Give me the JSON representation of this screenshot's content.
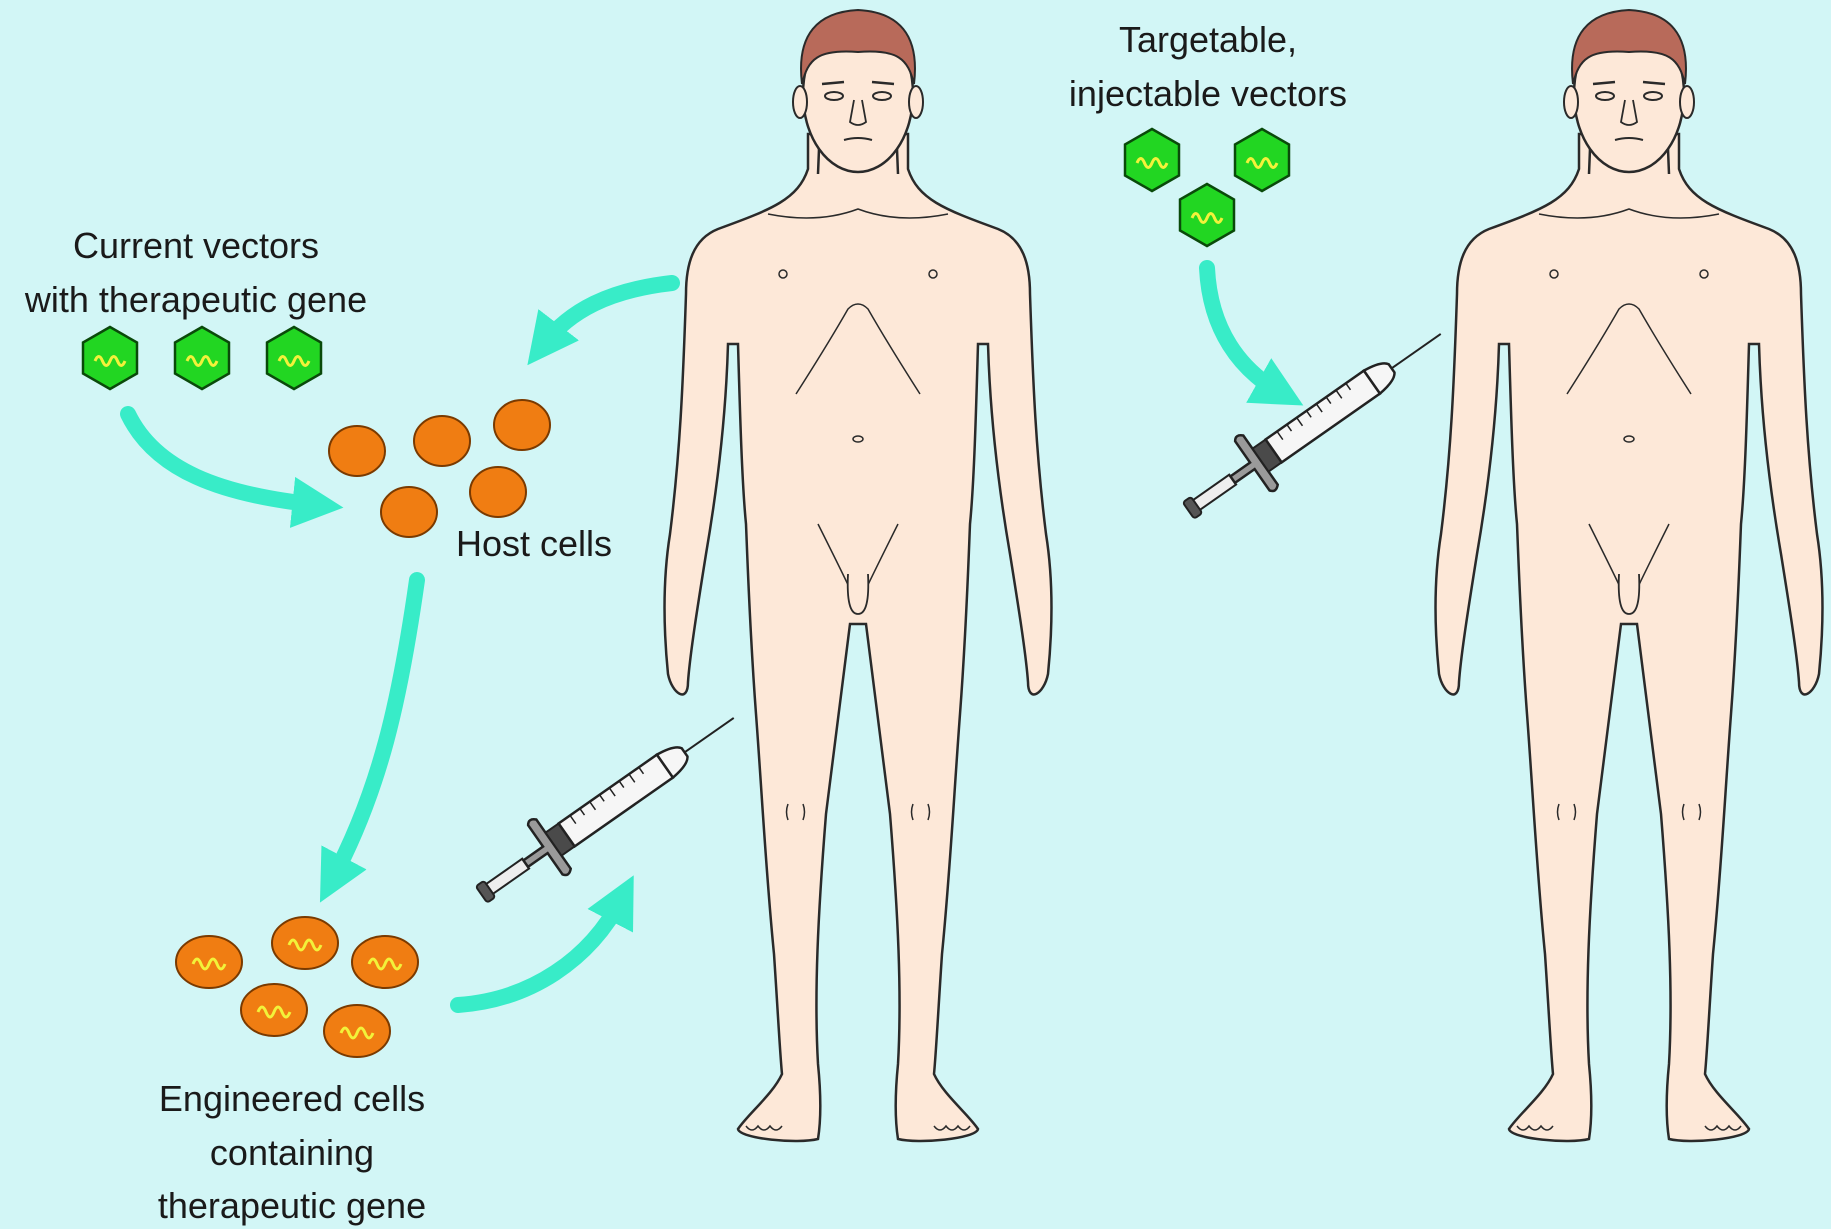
{
  "labels": {
    "current_vectors_line1": "Current vectors",
    "current_vectors_line2": "with therapeutic gene",
    "host_cells": "Host cells",
    "engineered_line1": "Engineered cells",
    "engineered_line2": "containing",
    "engineered_line3": "therapeutic gene",
    "targetable_line1": "Targetable,",
    "targetable_line2": "injectable vectors"
  },
  "colors": {
    "background": "#d2f6f6",
    "vector_fill": "#22d622",
    "vector_stroke": "#0a4a0a",
    "gene_wave": "#f2f23a",
    "cell_fill": "#f07d12",
    "cell_stroke": "#7a3a00",
    "arrow": "#38ecc8",
    "skin": "#fde8d8",
    "hair": "#b86a5a",
    "outline": "#2a2a2a"
  },
  "icons": {
    "vector": "hexagon-virus-icon",
    "cell": "circle-cell-icon",
    "syringe": "syringe-icon",
    "person": "human-figure-icon"
  }
}
